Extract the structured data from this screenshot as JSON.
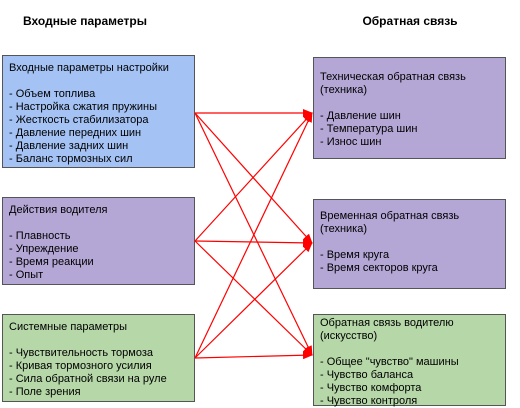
{
  "headers": {
    "inputs": "Входные параметры",
    "feedback": "Обратная связь"
  },
  "left_boxes": [
    {
      "title": "Входные параметры настройки",
      "items": [
        "- Объем топлива",
        "- Настройка сжатия пружины",
        "- Жесткость стабилизатора",
        "- Давление передних шин",
        "- Давление задних шин",
        "- Баланс тормозных сил"
      ]
    },
    {
      "title": "Действия водителя",
      "items": [
        "- Плавность",
        "- Упреждение",
        "- Время реакции",
        "- Опыт"
      ]
    },
    {
      "title": "Системные параметры",
      "items": [
        "- Чувствительность тормоза",
        "- Кривая тормозного усилия",
        "- Сила обратной связи на руле",
        "- Поле зрения"
      ]
    }
  ],
  "right_boxes": [
    {
      "title": "Техническая обратная связь (техника)",
      "items": [
        "- Давление шин",
        "- Температура шин",
        "- Износ шин"
      ]
    },
    {
      "title": "Временная обратная связь (техника)",
      "items": [
        "- Время круга",
        "- Время секторов круга"
      ]
    },
    {
      "title": "Обратная связь водителю (искусство)",
      "items": [
        "- Общее \"чувство\" машины",
        "- Чувство баланса",
        "- Чувство комфорта",
        "- Чувство контроля"
      ]
    }
  ],
  "colors": {
    "blue": "#a4c2f4",
    "purple": "#b4a7d6",
    "green": "#b6d7a8",
    "arrow": "#ff0000"
  }
}
